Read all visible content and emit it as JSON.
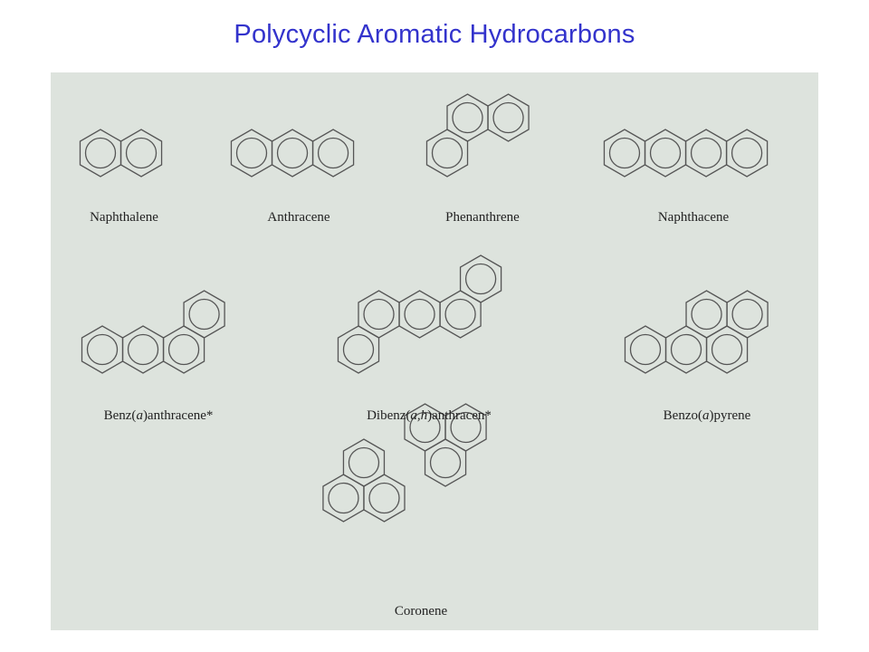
{
  "title": "Polycyclic Aromatic Hydrocarbons",
  "compounds": [
    {
      "id": "naphthalene",
      "label_parts": [
        {
          "t": "Naphthalene"
        }
      ]
    },
    {
      "id": "anthracene",
      "label_parts": [
        {
          "t": "Anthracene"
        }
      ]
    },
    {
      "id": "phenanthrene",
      "label_parts": [
        {
          "t": "Phenanthrene"
        }
      ]
    },
    {
      "id": "naphthacene",
      "label_parts": [
        {
          "t": "Naphthacene"
        }
      ]
    },
    {
      "id": "benz-a-anthracene",
      "label_parts": [
        {
          "t": "Benz("
        },
        {
          "t": "a",
          "i": true
        },
        {
          "t": ")anthracene*"
        }
      ]
    },
    {
      "id": "dibenz-ah-anthracen",
      "label_parts": [
        {
          "t": "Dibenz("
        },
        {
          "t": "a,h",
          "i": true
        },
        {
          "t": ")anthracen*"
        }
      ]
    },
    {
      "id": "benzo-a-pyrene",
      "label_parts": [
        {
          "t": "Benzo("
        },
        {
          "t": "a",
          "i": true
        },
        {
          "t": ")pyrene"
        }
      ]
    },
    {
      "id": "coronene",
      "label_parts": [
        {
          "t": "Coronene"
        }
      ]
    }
  ]
}
